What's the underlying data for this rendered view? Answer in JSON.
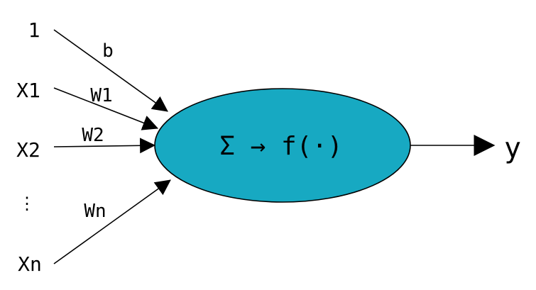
{
  "inputs": {
    "bias": "1",
    "x1": "X1",
    "x2": "X2",
    "ellipsis": "⋮",
    "xn": "Xn"
  },
  "weights": {
    "b": "b",
    "w1": "W1",
    "w2": "W2",
    "wn": "Wn"
  },
  "neuron": {
    "formula": "Σ → f(·)",
    "fill_color": "#17a9c2"
  },
  "output": {
    "label": "y"
  }
}
